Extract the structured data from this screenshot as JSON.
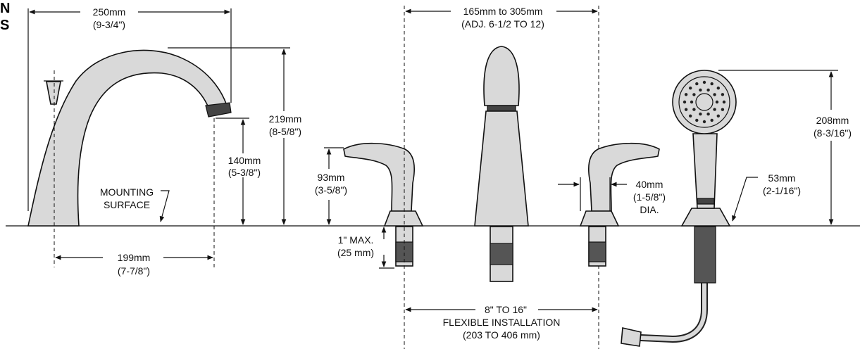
{
  "header_fragment": {
    "line1": "N",
    "line2": "S"
  },
  "dimensions": {
    "spout_reach": {
      "metric": "250mm",
      "imperial": "(9-3/4\")"
    },
    "spout_height": {
      "metric": "219mm",
      "imperial": "(8-5/8\")"
    },
    "spout_outlet_height": {
      "metric": "140mm",
      "imperial": "(5-3/8\")"
    },
    "spout_base_to_center": {
      "metric": "199mm",
      "imperial": "(7-7/8\")"
    },
    "mounting_surface": {
      "line1": "MOUNTING",
      "line2": "SURFACE"
    },
    "handle_spacing": {
      "metric": "165mm to 305mm",
      "imperial": "(ADJ. 6-1/2 TO 12)"
    },
    "handle_height": {
      "metric": "93mm",
      "imperial": "(3-5/8\")"
    },
    "deck_thickness": {
      "metric": "1\" MAX.",
      "imperial": "(25 mm)"
    },
    "handle_diameter": {
      "metric": "40mm",
      "imperial": "(1-5/8\")",
      "note": "DIA."
    },
    "installation": {
      "line1": "8\" TO 16\"",
      "line2": "FLEXIBLE INSTALLATION",
      "line3": "(203 TO 406 mm)"
    },
    "handshower_height": {
      "metric": "208mm",
      "imperial": "(8-3/16\")"
    },
    "handshower_base": {
      "metric": "53mm",
      "imperial": "(2-1/16\")"
    }
  },
  "colors": {
    "line": "#111111",
    "part_fill": "#d9d9d9",
    "thread_fill": "#555555",
    "background": "#ffffff"
  }
}
